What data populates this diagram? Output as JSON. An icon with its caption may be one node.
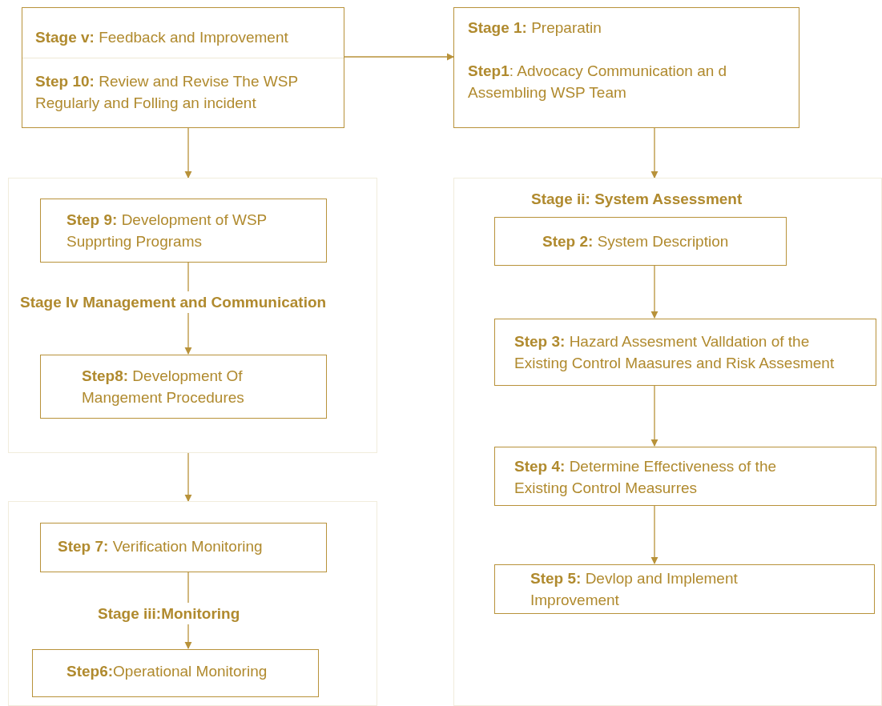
{
  "diagram": {
    "nodes": [
      {
        "text": [
          "**Stage v:** Feedback and Improvement",
          "**Step 10:** Review and Revise The WSP Regularly and Folling an incident"
        ]
      },
      {
        "text": [
          "**Stage 1:** Preparatin",
          "**Step1**: Advocacy Communication an d Assembling WSP Team"
        ]
      },
      {
        "text": [
          "Stage Iv Management and Communication"
        ]
      },
      {
        "text": [
          "**Step 9:** Development of WSP Supprting Programs"
        ],
        "in": 2
      },
      {
        "text": [
          "**Step8:** Development  Of Mangement Procedures"
        ],
        "in": 2
      },
      {
        "text": [
          "Stage iii:Monitoring"
        ]
      },
      {
        "text": [
          "**Step 7:** Verification Monitoring"
        ],
        "in": 5
      },
      {
        "text": [
          "**Step6:**Operational Monitoring"
        ],
        "in": 5
      },
      {
        "text": [
          "Stage ii: System Assessment"
        ]
      },
      {
        "text": [
          "**Step 2:** System Description"
        ],
        "in": 8
      },
      {
        "text": [
          "**Step 3:** Hazard Assesment Valldation of the Existing Control Maasures and Risk Assesment"
        ],
        "in": 8
      },
      {
        "text": [
          "**Step 4:** Determine Effectiveness of the Existing Control Measurres"
        ],
        "in": 8
      },
      {
        "text": [
          "**Step 5:** Devlop and Implement Improvement"
        ],
        "in": 8
      }
    ],
    "edges": [
      {
        "from": 0,
        "to": 1,
        "arrow": "to"
      },
      {
        "from": 0,
        "to": 2,
        "arrow": "to"
      },
      {
        "from": 1,
        "to": 8,
        "arrow": "to"
      },
      {
        "from": 3,
        "to": 4,
        "arrow": "to"
      },
      {
        "from": 2,
        "to": 5,
        "arrow": "to"
      },
      {
        "from": 6,
        "to": 7,
        "arrow": "to"
      },
      {
        "from": 9,
        "to": 10,
        "arrow": "to"
      },
      {
        "from": 10,
        "to": 11,
        "arrow": "to"
      },
      {
        "from": 11,
        "to": 12,
        "arrow": "to"
      }
    ]
  }
}
